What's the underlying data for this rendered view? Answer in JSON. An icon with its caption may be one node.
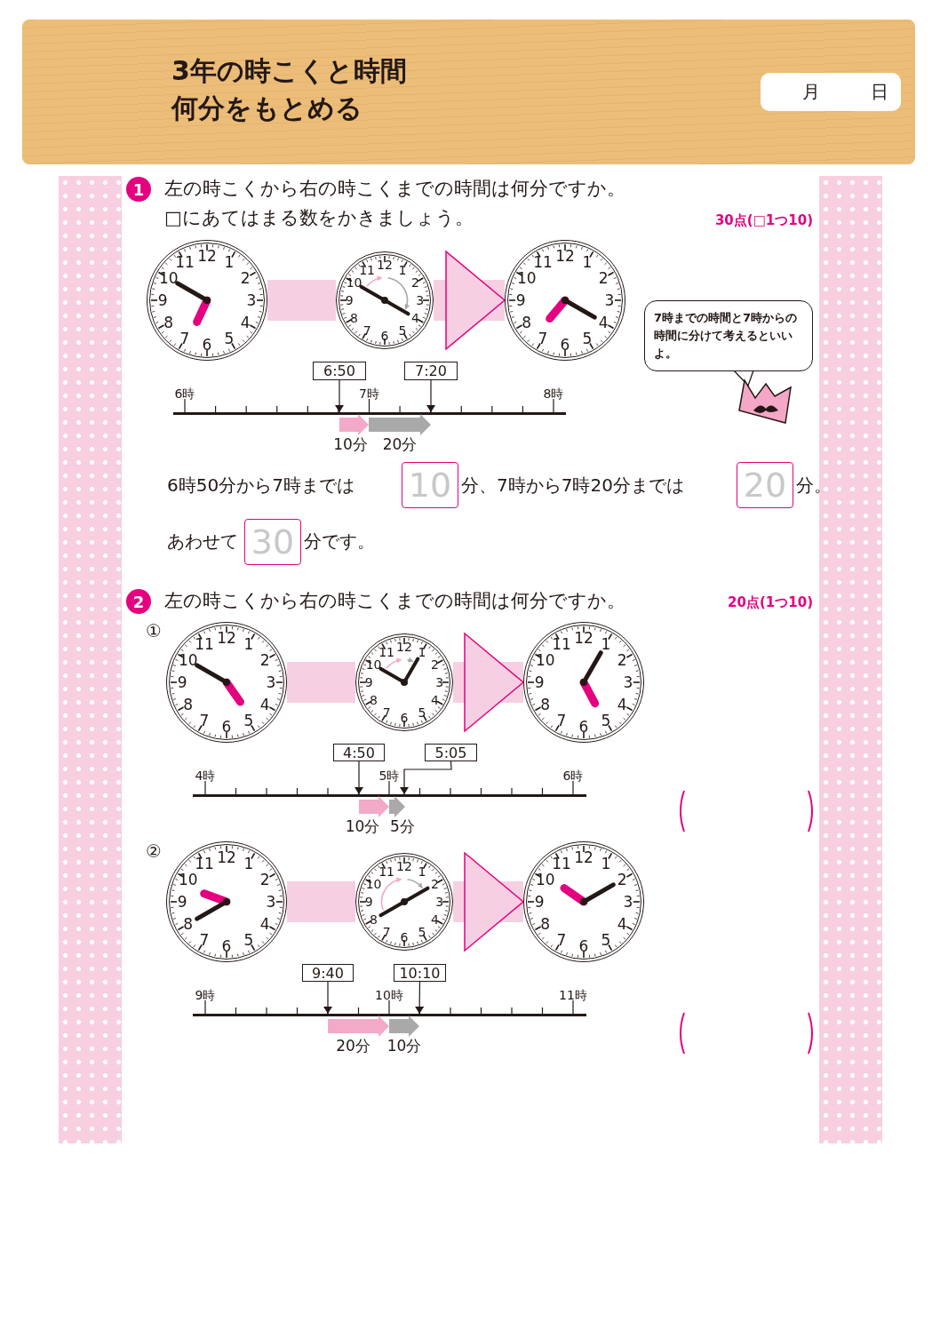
{
  "diagram": {
    "title": "3年の時こくと時間",
    "nodes": [
      {
        "text": [
          "1"
        ]
      },
      {
        "text": [
          "12",
          "1",
          "2",
          "3",
          "4",
          "5",
          "6",
          "7",
          "8",
          "9",
          "10",
          "11"
        ]
      },
      {
        "text": [
          "12",
          "1",
          "2",
          "3",
          "4",
          "5",
          "6",
          "7",
          "8",
          "9",
          "10",
          "11"
        ]
      },
      {
        "text": [
          "12",
          "1",
          "2",
          "3",
          "4",
          "5",
          "6",
          "7",
          "8",
          "9",
          "10",
          "11"
        ]
      },
      {
        "text": [
          "6:50"
        ]
      },
      {
        "text": [
          "7:20"
        ]
      },
      {
        "text": [
          "7時までの時間と7時からの時間に分けて考えるといいよ。"
        ]
      },
      {
        "text": [
          "10"
        ]
      },
      {
        "text": [
          "20"
        ]
      },
      {
        "text": [
          "30"
        ]
      },
      {
        "text": [
          "2"
        ]
      },
      {
        "text": [
          "12",
          "1",
          "2",
          "3",
          "4",
          "5",
          "6",
          "7",
          "8",
          "9",
          "10",
          "11"
        ]
      },
      {
        "text": [
          "12",
          "1",
          "2",
          "3",
          "4",
          "5",
          "6",
          "7",
          "8",
          "9",
          "10",
          "11"
        ]
      },
      {
        "text": [
          "12",
          "1",
          "2",
          "3",
          "4",
          "5",
          "6",
          "7",
          "8",
          "9",
          "10",
          "11"
        ]
      },
      {
        "text": [
          "4:50"
        ]
      },
      {
        "text": [
          "5:05"
        ]
      },
      {
        "text": [
          "12",
          "1",
          "2",
          "3",
          "4",
          "5",
          "6",
          "7",
          "8",
          "9",
          "10",
          "11"
        ]
      },
      {
        "text": [
          "12",
          "1",
          "2",
          "3",
          "4",
          "5",
          "6",
          "7",
          "8",
          "9",
          "10",
          "11"
        ]
      },
      {
        "text": [
          "12",
          "1",
          "2",
          "3",
          "4",
          "5",
          "6",
          "7",
          "8",
          "9",
          "10",
          "11"
        ]
      },
      {
        "text": [
          "9:40"
        ]
      },
      {
        "text": [
          "10:10"
        ]
      },
      {
        "text": [],
        "shape": "bar",
        "beside": [
          "6時",
          "7時",
          "8時"
        ]
      },
      {
        "text": [],
        "shape": "bar",
        "beside": [
          "4時",
          "5時",
          "6時"
        ]
      },
      {
        "text": [],
        "shape": "bar",
        "beside": [
          "9時",
          "10時",
          "11時"
        ]
      },
      {
        "text": [],
        "shape": "arrow",
        "beside": [
          "10分"
        ]
      },
      {
        "text": [],
        "shape": "arrow",
        "beside": [
          "20分"
        ]
      },
      {
        "text": [],
        "shape": "arrow",
        "beside": [
          "10分"
        ]
      },
      {
        "text": [],
        "shape": "arrow",
        "beside": [
          "5分"
        ]
      },
      {
        "text": [],
        "shape": "arrow",
        "beside": [
          "20分"
        ]
      },
      {
        "text": [],
        "shape": "arrow",
        "beside": [
          "10分"
        ]
      },
      {
        "text": [],
        "shape": "picture"
      }
    ],
    "edges": [
      {
        "from": 1,
        "to": 2,
        "arrow": "none",
        "style": "thick",
        "color": "#f6d0e2"
      },
      {
        "from": 2,
        "to": 3,
        "arrow": "to",
        "style": "thick",
        "color": "#f6d0e2"
      },
      {
        "from": 4,
        "to": 21,
        "arrow": "to",
        "color": "#231815"
      },
      {
        "from": 5,
        "to": 21,
        "arrow": "to",
        "color": "#231815"
      },
      {
        "from": 11,
        "to": 12,
        "arrow": "none",
        "style": "thick",
        "color": "#f6d0e2"
      },
      {
        "from": 12,
        "to": 13,
        "arrow": "to",
        "style": "thick",
        "color": "#f6d0e2"
      },
      {
        "from": 14,
        "to": 22,
        "arrow": "to",
        "color": "#231815"
      },
      {
        "from": 15,
        "to": 22,
        "arrow": "to",
        "color": "#231815"
      },
      {
        "from": 16,
        "to": 17,
        "arrow": "none",
        "style": "thick",
        "color": "#f6d0e2"
      },
      {
        "from": 17,
        "to": 18,
        "arrow": "to",
        "style": "thick",
        "color": "#f6d0e2"
      },
      {
        "from": 19,
        "to": 23,
        "arrow": "to",
        "color": "#231815"
      },
      {
        "from": 20,
        "to": 23,
        "arrow": "to",
        "color": "#231815"
      }
    ],
    "labels": [
      "何分をもとめる",
      "月",
      "日",
      "左の時こくから右の時こくまでの時間は何分ですか。",
      "□にあてはまる数をかきましょう。",
      "30点(□1つ10)",
      "6時50分から7時までは",
      "分、7時から7時20分までは",
      "分。",
      "あわせて",
      "分です。",
      "左の時こくから右の時こくまでの時間は何分ですか。",
      "20点(1つ10)",
      "①",
      "②"
    ]
  }
}
